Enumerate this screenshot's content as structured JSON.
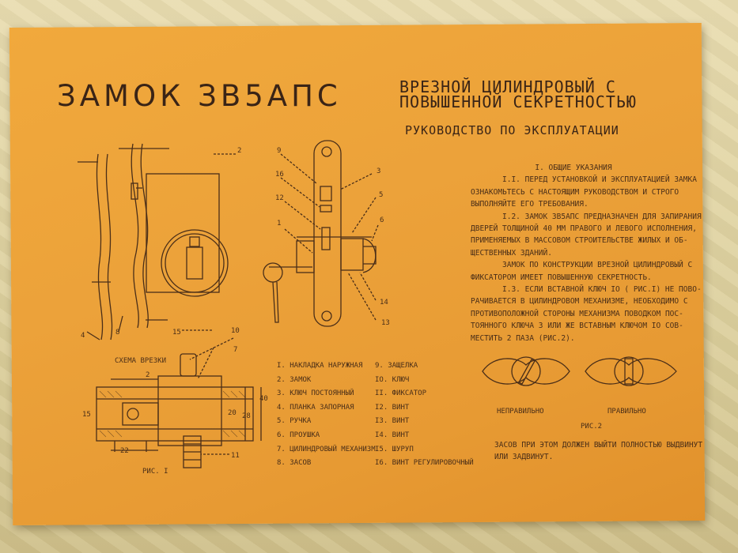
{
  "doc": {
    "title": "ЗАМОК ЗВ5АПС",
    "subtitle_line1": "ВРЕЗНОЙ ЦИЛИНДРОВЫЙ С",
    "subtitle_line2": "ПОВЫШЕННОЙ СЕКРЕТНОСТЬЮ",
    "manual_heading": "РУКОВОДСТВО ПО ЭКСПЛУАТАЦИИ"
  },
  "text": {
    "section1": "I. ОБЩИЕ УКАЗАНИЯ",
    "lines": [
      "I.I. ПЕРЕД УСТАНОВКОЙ И ЭКСПЛУАТАЦИЕЙ ЗАМКА",
      "ОЗНАКОМЬТЕСЬ С НАСТОЯЩИМ РУКОВОДСТВОМ И СТРОГО",
      "ВЫПОЛНЯЙТЕ ЕГО ТРЕБОВАНИЯ.",
      "I.2. ЗАМОК ЗВ5АПС ПРЕДНАЗНАЧЕН ДЛЯ ЗАПИРАНИЯ",
      "ДВЕРЕЙ ТОЛЩИНОЙ 40 ММ ПРАВОГО И ЛЕВОГО ИСПОЛНЕНИЯ,",
      "ПРИМЕНЯЕМЫХ В МАССОВОМ СТРОИТЕЛЬСТВЕ ЖИЛЫХ И ОБ-",
      "ЩЕСТВЕННЫХ ЗДАНИЙ.",
      "ЗАМОК ПО КОНСТРУКЦИИ ВРЕЗНОЙ ЦИЛИНДРОВЫЙ С",
      "ФИКСАТОРОМ ИМЕЕТ ПОВЫШЕННУЮ СЕКРЕТНОСТЬ.",
      "I.3. ЕСЛИ ВСТАВНОЙ КЛЮЧ IO ( РИС.I) НЕ ПОВО-",
      "РАЧИВАЕТСЯ В ЦИЛИНДРОВОМ МЕХАНИЗМЕ, НЕОБХОДИМО С",
      "ПРОТИВОПОЛОЖНОЙ СТОРОНЫ МЕХАНИЗМА ПОВОДКОМ ПОС-",
      "ТОЯННОГО КЛЮЧА 3 ИЛИ ЖЕ ВСТАВНЫМ КЛЮЧОМ IO СОВ-",
      "МЕСТИТЬ 2 ПАЗА  (РИС.2)."
    ],
    "bottom_lines": [
      "ЗАСОВ ПРИ ЭТОМ ДОЛЖЕН ВЫЙТИ ПОЛНОСТЬЮ ВЫДВИНУТ",
      "ИЛИ ЗАДВИНУТ."
    ]
  },
  "fig2": {
    "wrong": "НЕПРАВИЛЬНО",
    "right": "ПРАВИЛЬНО",
    "caption": "РИС.2"
  },
  "fig1": {
    "scheme_label": "СХЕМА ВРЕЗКИ",
    "caption": "РИС. I",
    "dim_2": "2",
    "dim_22": "22",
    "dim_20": "20",
    "dim_28": "28",
    "dim_40": "40",
    "dim_15": "15",
    "dim_10": "10",
    "dim_7": "7",
    "dim_11": "11"
  },
  "callouts": {
    "c1": "1",
    "c2": "2",
    "c3": "3",
    "c4": "4",
    "c5": "5",
    "c6": "6",
    "c8": "8",
    "c9": "9",
    "c10": "10",
    "c12": "12",
    "c13": "13",
    "c14": "14",
    "c15": "15",
    "c16": "16"
  },
  "parts_left": [
    "I.  НАКЛАДКА НАРУЖНАЯ",
    "2.  ЗАМОК",
    "3.  КЛЮЧ ПОСТОЯННЫЙ",
    "4.  ПЛАНКА ЗАПОРНАЯ",
    "5.  РУЧКА",
    "6.  ПРОУШКА",
    "7.  ЦИЛИНДРОВЫЙ МЕХАНИЗМ",
    "8.  ЗАСОВ"
  ],
  "parts_right": [
    "9.  ЗАЩЕЛКА",
    "IO. КЛЮЧ",
    "II. ФИКСАТОР",
    "I2. ВИНТ",
    "I3. ВИНТ",
    "I4. ВИНТ",
    "I5. ШУРУП",
    "I6. ВИНТ РЕГУЛИРОВОЧНЫЙ"
  ]
}
